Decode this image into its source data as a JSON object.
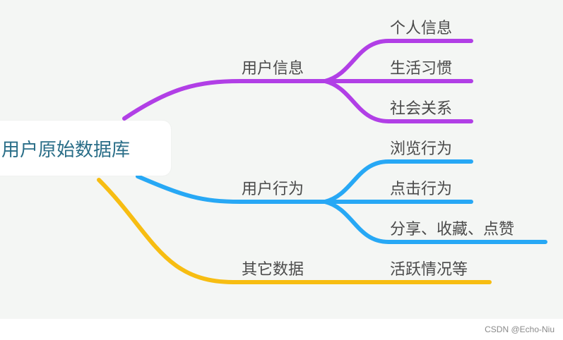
{
  "mindmap": {
    "root": {
      "label": "用户原始数据库"
    },
    "branches": [
      {
        "label": "用户信息",
        "color": "#b13fe6",
        "children": [
          {
            "label": "个人信息"
          },
          {
            "label": "生活习惯"
          },
          {
            "label": "社会关系"
          }
        ]
      },
      {
        "label": "用户行为",
        "color": "#27a8f5",
        "children": [
          {
            "label": "浏览行为"
          },
          {
            "label": "点击行为"
          },
          {
            "label": "分享、收藏、点赞"
          }
        ]
      },
      {
        "label": "其它数据",
        "color": "#f7bd12",
        "children": [
          {
            "label": "活跃情况等"
          }
        ]
      }
    ]
  },
  "footer": {
    "watermark": "CSDN @Echo-Niu"
  }
}
